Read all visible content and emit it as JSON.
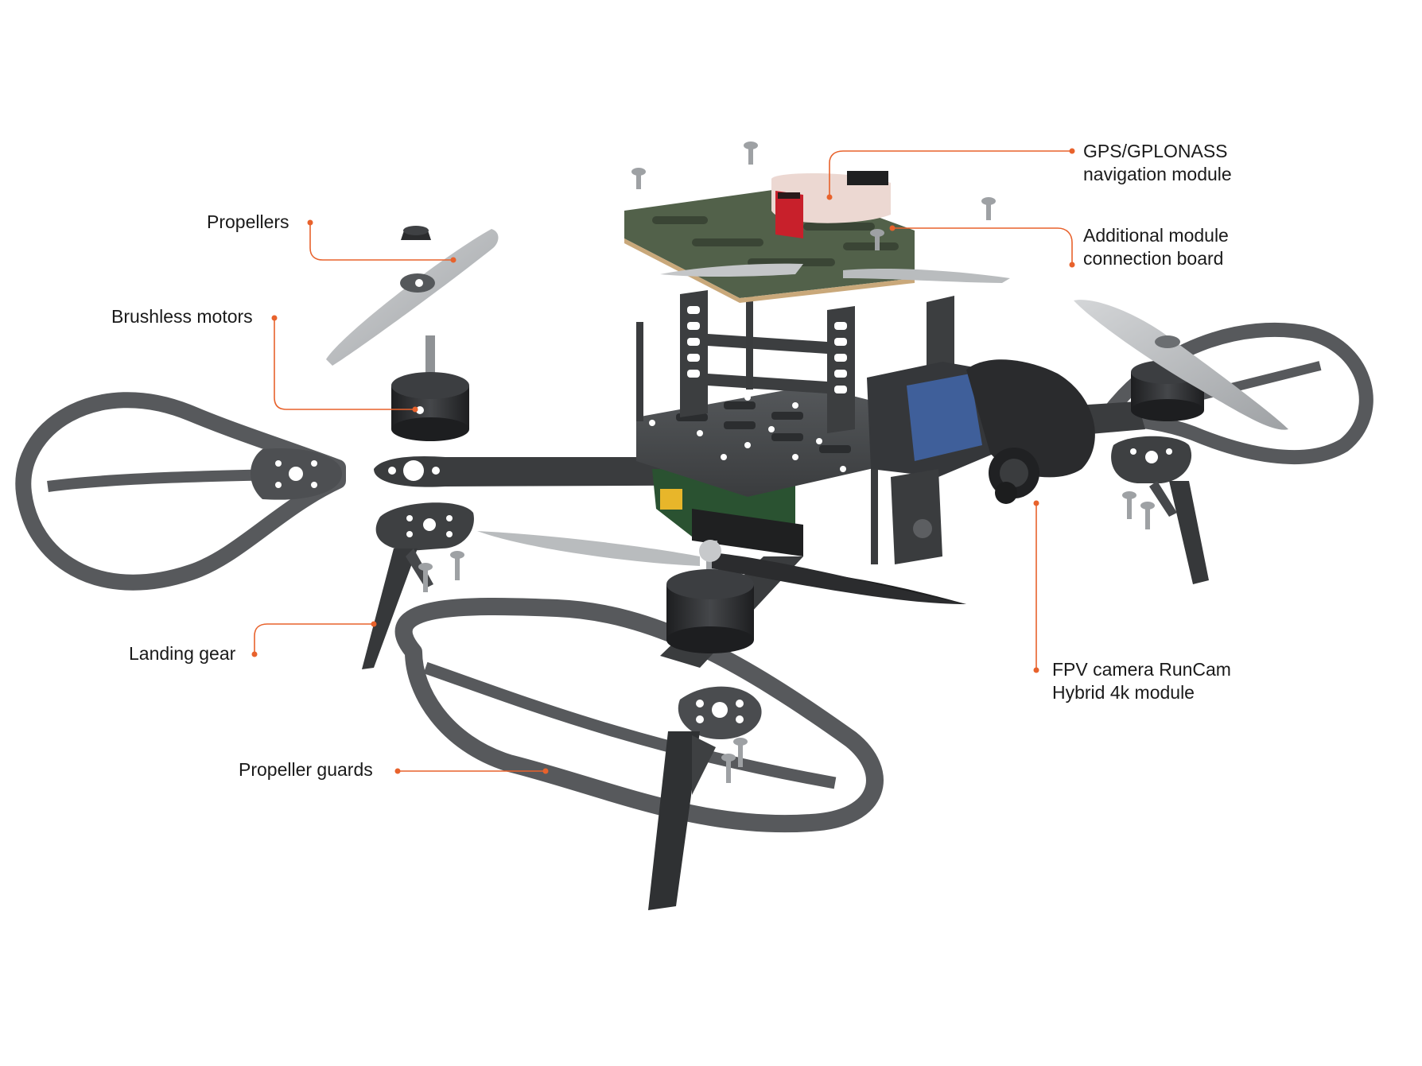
{
  "colors": {
    "leader": "#e8622c",
    "frame_dark": "#3b3d3f",
    "frame_mid": "#55585b",
    "guard": "#57595c",
    "prop_gray": "#b9bcbe",
    "prop_dark": "#222324",
    "pcb_green": "#4d5a3e",
    "module_red": "#c8202b",
    "motor": "#2a2b2d",
    "camera_blue": "#3f5f9a"
  },
  "callouts": [
    {
      "id": "gps",
      "lines": [
        "GPS/GPLONASS",
        "navigation module"
      ]
    },
    {
      "id": "additional-board",
      "lines": [
        "Additional module",
        "connection board"
      ]
    },
    {
      "id": "propellers",
      "lines": [
        "Propellers"
      ]
    },
    {
      "id": "brushless-motors",
      "lines": [
        "Brushless motors"
      ]
    },
    {
      "id": "landing-gear",
      "lines": [
        "Landing gear"
      ]
    },
    {
      "id": "propeller-guards",
      "lines": [
        "Propeller guards"
      ]
    },
    {
      "id": "fpv-camera",
      "lines": [
        "FPV camera RunCam",
        "Hybrid 4k module"
      ]
    }
  ]
}
